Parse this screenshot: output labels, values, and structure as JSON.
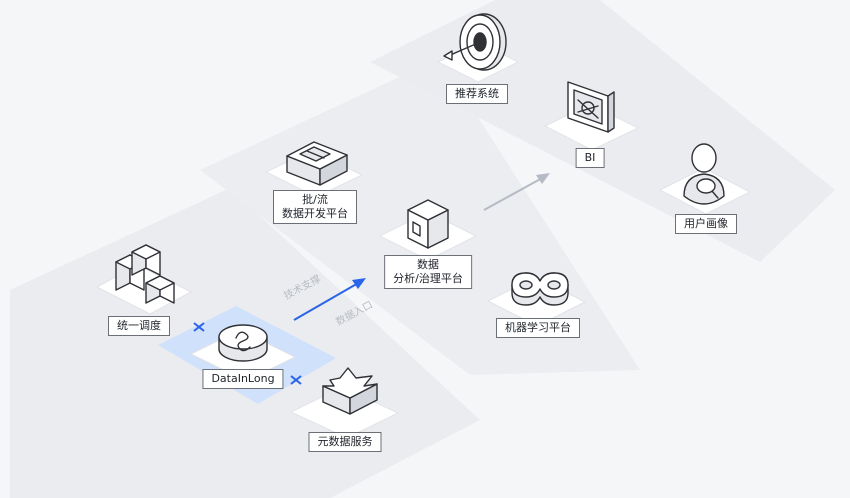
{
  "nodes": {
    "scheduler": {
      "lines": [
        "统一调度"
      ]
    },
    "datainlong": {
      "lines": [
        "DataInLong"
      ]
    },
    "meta": {
      "lines": [
        "元数据服务"
      ]
    },
    "batch": {
      "lines": [
        "批/流",
        "数据开发平台"
      ]
    },
    "governance": {
      "lines": [
        "数据",
        "分析/治理平台"
      ]
    },
    "ml": {
      "lines": [
        "机器学习平台"
      ]
    },
    "recommend": {
      "lines": [
        "推荐系统"
      ]
    },
    "bi": {
      "lines": [
        "BI"
      ]
    },
    "profile": {
      "lines": [
        "用户画像"
      ]
    }
  },
  "connector_tags": [
    "技术支撑",
    "数据入口"
  ],
  "colors": {
    "accent": "#2a64e8",
    "highlight": "#cfe0fb",
    "terrace": "#ebecef",
    "arrow_gray": "#b5bbc4",
    "icon_stroke": "#2f3136"
  }
}
